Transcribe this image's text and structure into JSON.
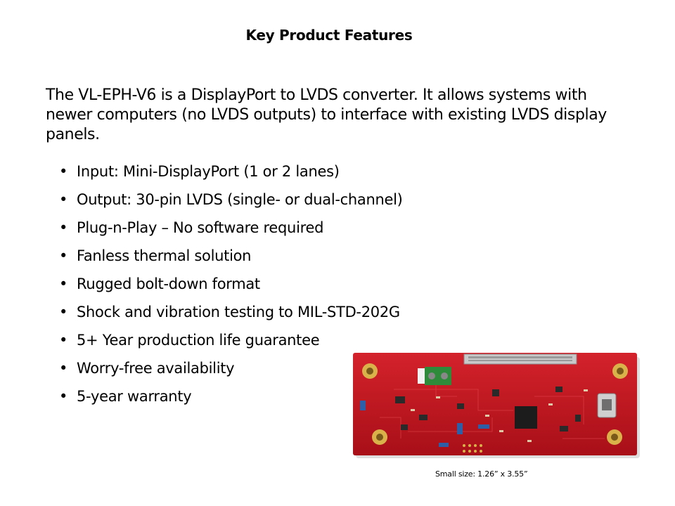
{
  "slide": {
    "title": "Key Product Features",
    "intro": "The VL-EPH-V6 is a DisplayPort to LVDS converter. It allows systems with newer computers (no LVDS outputs) to interface with existing LVDS display panels.",
    "bullets": [
      "Input: Mini-DisplayPort  (1 or 2 lanes)",
      "Output: 30-pin LVDS (single- or dual-channel)",
      "Plug-n-Play – No software required",
      "Fanless thermal solution",
      "Rugged bolt-down format",
      "Shock and vibration testing to MIL-STD-202G",
      "5+ Year production life guarantee",
      "Worry-free availability",
      "5-year warranty"
    ],
    "bullet_glyph": "•"
  },
  "image": {
    "caption": "Small size: 1.26” x 3.55”",
    "board_color": "#c8141e",
    "pad_color": "#d9b24a"
  }
}
